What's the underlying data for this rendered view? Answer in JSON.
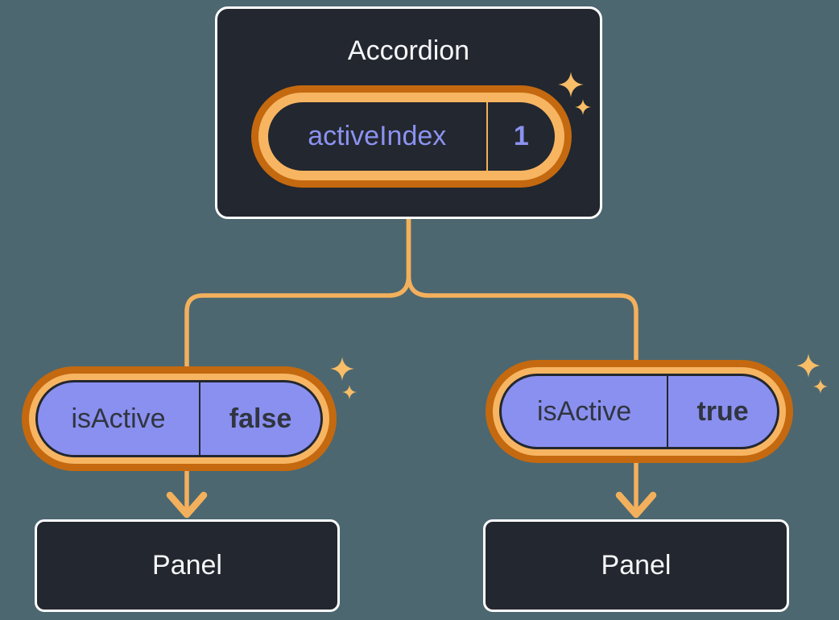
{
  "colors": {
    "background": "#4C6770",
    "card-bg": "#23272F",
    "card-border": "#FFFFFF",
    "ring-outer": "#C4690F",
    "ring-inner": "#F7B562",
    "connector": "#F3B05C",
    "sparkle": "#F8BD67",
    "pill-purple": "#8A90F0",
    "purple-text": "#8B92F0",
    "dark-text": "#303540",
    "light-text": "#F6F7F9"
  },
  "accordion": {
    "title": "Accordion",
    "state_name": "activeIndex",
    "state_value": "1"
  },
  "left_branch": {
    "prop_name": "isActive",
    "prop_value": "false",
    "panel_label": "Panel"
  },
  "right_branch": {
    "prop_name": "isActive",
    "prop_value": "true",
    "panel_label": "Panel"
  }
}
